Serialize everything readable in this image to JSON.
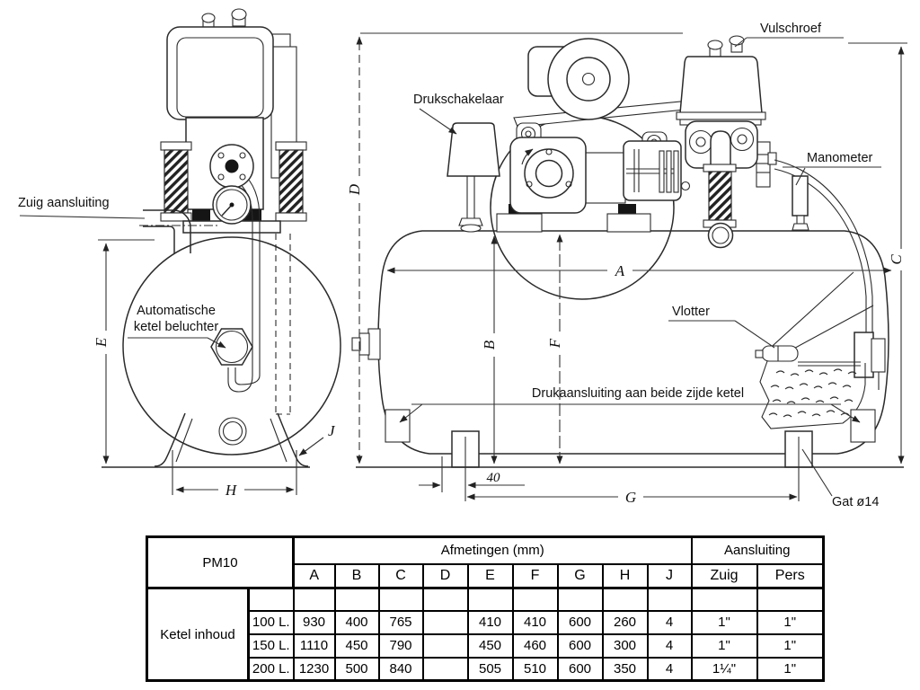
{
  "diagram": {
    "labels": {
      "vulschroef": "Vulschroef",
      "drukschakelaar": "Drukschakelaar",
      "manometer": "Manometer",
      "zuig_aansluiting": "Zuig aansluiting",
      "beluchter_line1": "Automatische",
      "beluchter_line2": "ketel beluchter",
      "vlotter": "Vlotter",
      "druk_beide": "Drukaansluiting aan beide zijde ketel",
      "gat": "Gat ø14",
      "d40": "40"
    },
    "dims": {
      "a": "A",
      "b": "B",
      "c": "C",
      "d": "D",
      "e": "E",
      "f": "F",
      "g": "G",
      "h": "H",
      "j": "J"
    }
  },
  "table": {
    "model": "PM10",
    "afmetingen_header": "Afmetingen (mm)",
    "aansluiting_header": "Aansluiting",
    "dim_columns": [
      "A",
      "B",
      "C",
      "D",
      "E",
      "F",
      "G",
      "H",
      "J"
    ],
    "conn_columns": [
      "Zuig",
      "Pers"
    ],
    "group_label": "Ketel inhoud",
    "rows": [
      {
        "size": "100 L.",
        "A": "930",
        "B": "400",
        "C": "765",
        "D": "",
        "E": "410",
        "F": "410",
        "G": "600",
        "H": "260",
        "J": "4",
        "zuig": "1\"",
        "pers": "1\""
      },
      {
        "size": "150 L.",
        "A": "1110",
        "B": "450",
        "C": "790",
        "D": "",
        "E": "450",
        "F": "460",
        "G": "600",
        "H": "300",
        "J": "4",
        "zuig": "1\"",
        "pers": "1\""
      },
      {
        "size": "200 L.",
        "A": "1230",
        "B": "500",
        "C": "840",
        "D": "",
        "E": "505",
        "F": "510",
        "G": "600",
        "H": "350",
        "J": "4",
        "zuig": "1¼\"",
        "pers": "1\""
      }
    ]
  }
}
